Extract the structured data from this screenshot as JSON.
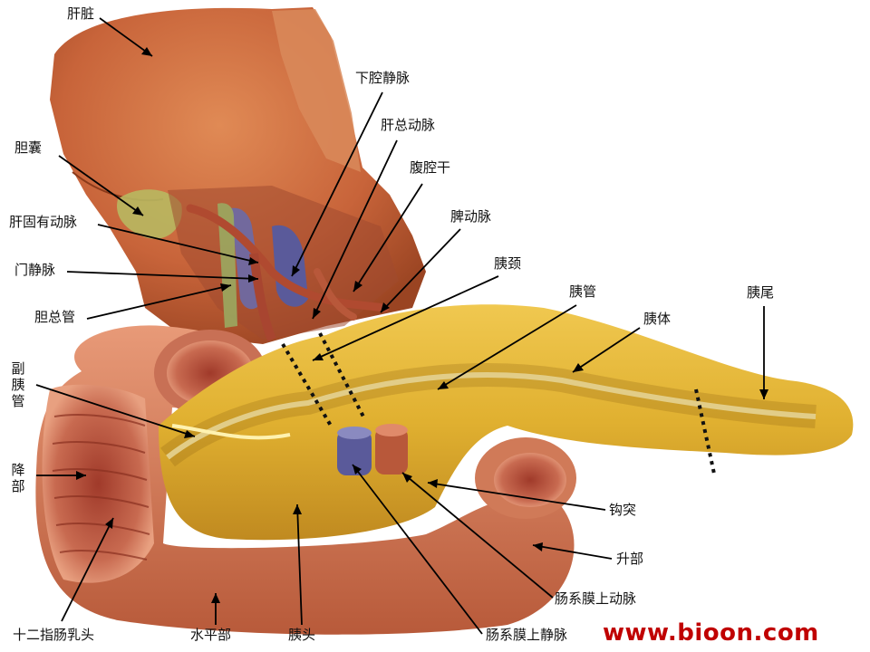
{
  "labels": {
    "liver": "肝脏",
    "gallbladder": "胆囊",
    "proper_hepatic_artery": "肝固有动脉",
    "portal_vein": "门静脉",
    "common_bile_duct": "胆总管",
    "accessory_pancreatic_duct": "副胰管",
    "descending_part": "降部",
    "major_duodenal_papilla": "十二指肠乳头",
    "horizontal_part": "水平部",
    "pancreas_head": "胰头",
    "inferior_vena_cava": "下腔静脉",
    "common_hepatic_artery": "肝总动脉",
    "celiac_trunk": "腹腔干",
    "splenic_artery": "脾动脉",
    "pancreas_neck": "胰颈",
    "pancreatic_duct": "胰管",
    "pancreas_body": "胰体",
    "pancreas_tail": "胰尾",
    "uncinate_process": "钩突",
    "ascending_part": "升部",
    "superior_mesenteric_artery": "肠系膜上动脉",
    "superior_mesenteric_vein": "肠系膜上静脉"
  },
  "watermark": "www.bioon.com",
  "colors": {
    "liver": "#c8643a",
    "pancreas": "#e0b030",
    "duodenum": "#d0785a",
    "vein": "#5a5a9a",
    "artery": "#b04a30",
    "watermark": "#c00000"
  }
}
